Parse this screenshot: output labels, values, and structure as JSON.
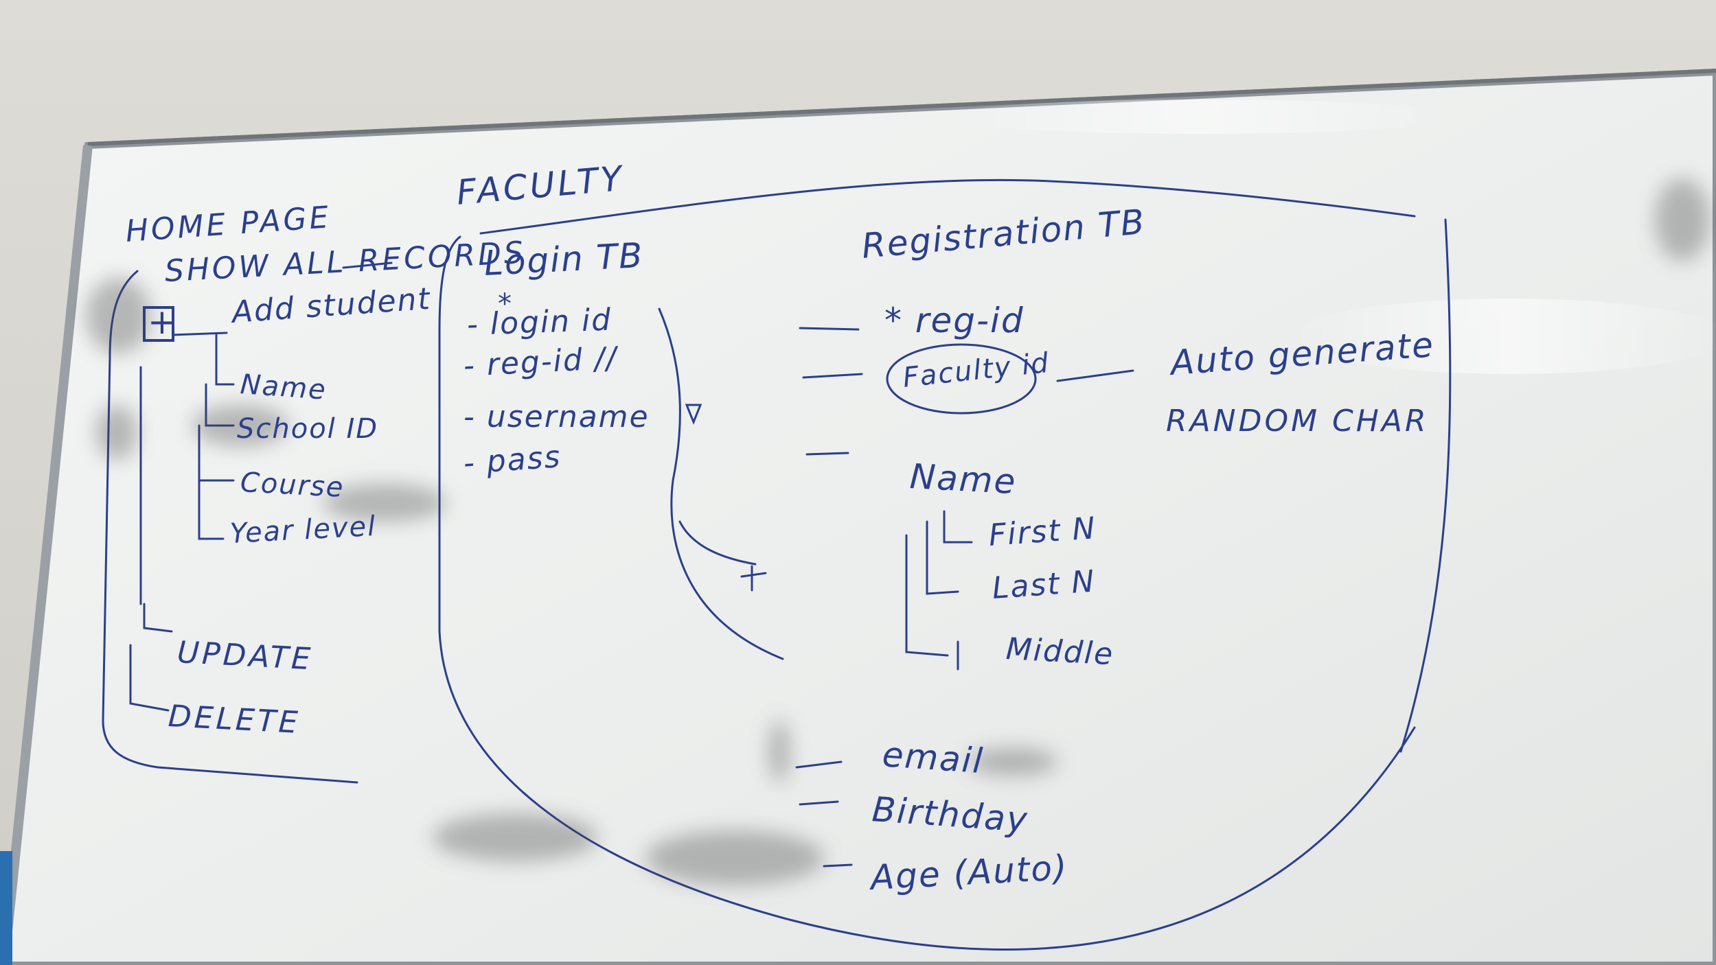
{
  "board": {
    "colors": {
      "ink": "#2b3f8c",
      "board": "#eef0ef",
      "frame": "#8f9499",
      "wall": "#d9d8d3"
    },
    "home": {
      "title": "HOME PAGE",
      "show_all": "SHOW ALL RECORDS",
      "plus": "+",
      "add_student": "Add student",
      "fields": [
        "Name",
        "School ID",
        "Course",
        "Year level"
      ],
      "update": "UPDATE",
      "delete": "DELETE"
    },
    "faculty": {
      "title": "FACULTY",
      "login": {
        "title": "Login TB",
        "star": "*",
        "fields": [
          "- login id",
          "- reg-id //",
          "- username",
          "- pass"
        ]
      },
      "registration": {
        "title": "Registration TB",
        "reg_id": "* reg-id",
        "faculty_id": "Faculty id",
        "auto_generate": "Auto generate",
        "random_char": "RANDOM CHAR",
        "name": "Name",
        "name_parts": [
          "First N",
          "Last N",
          "Middle"
        ],
        "email": "email",
        "birthday": "Birthday",
        "age": "Age (Auto)"
      }
    }
  }
}
